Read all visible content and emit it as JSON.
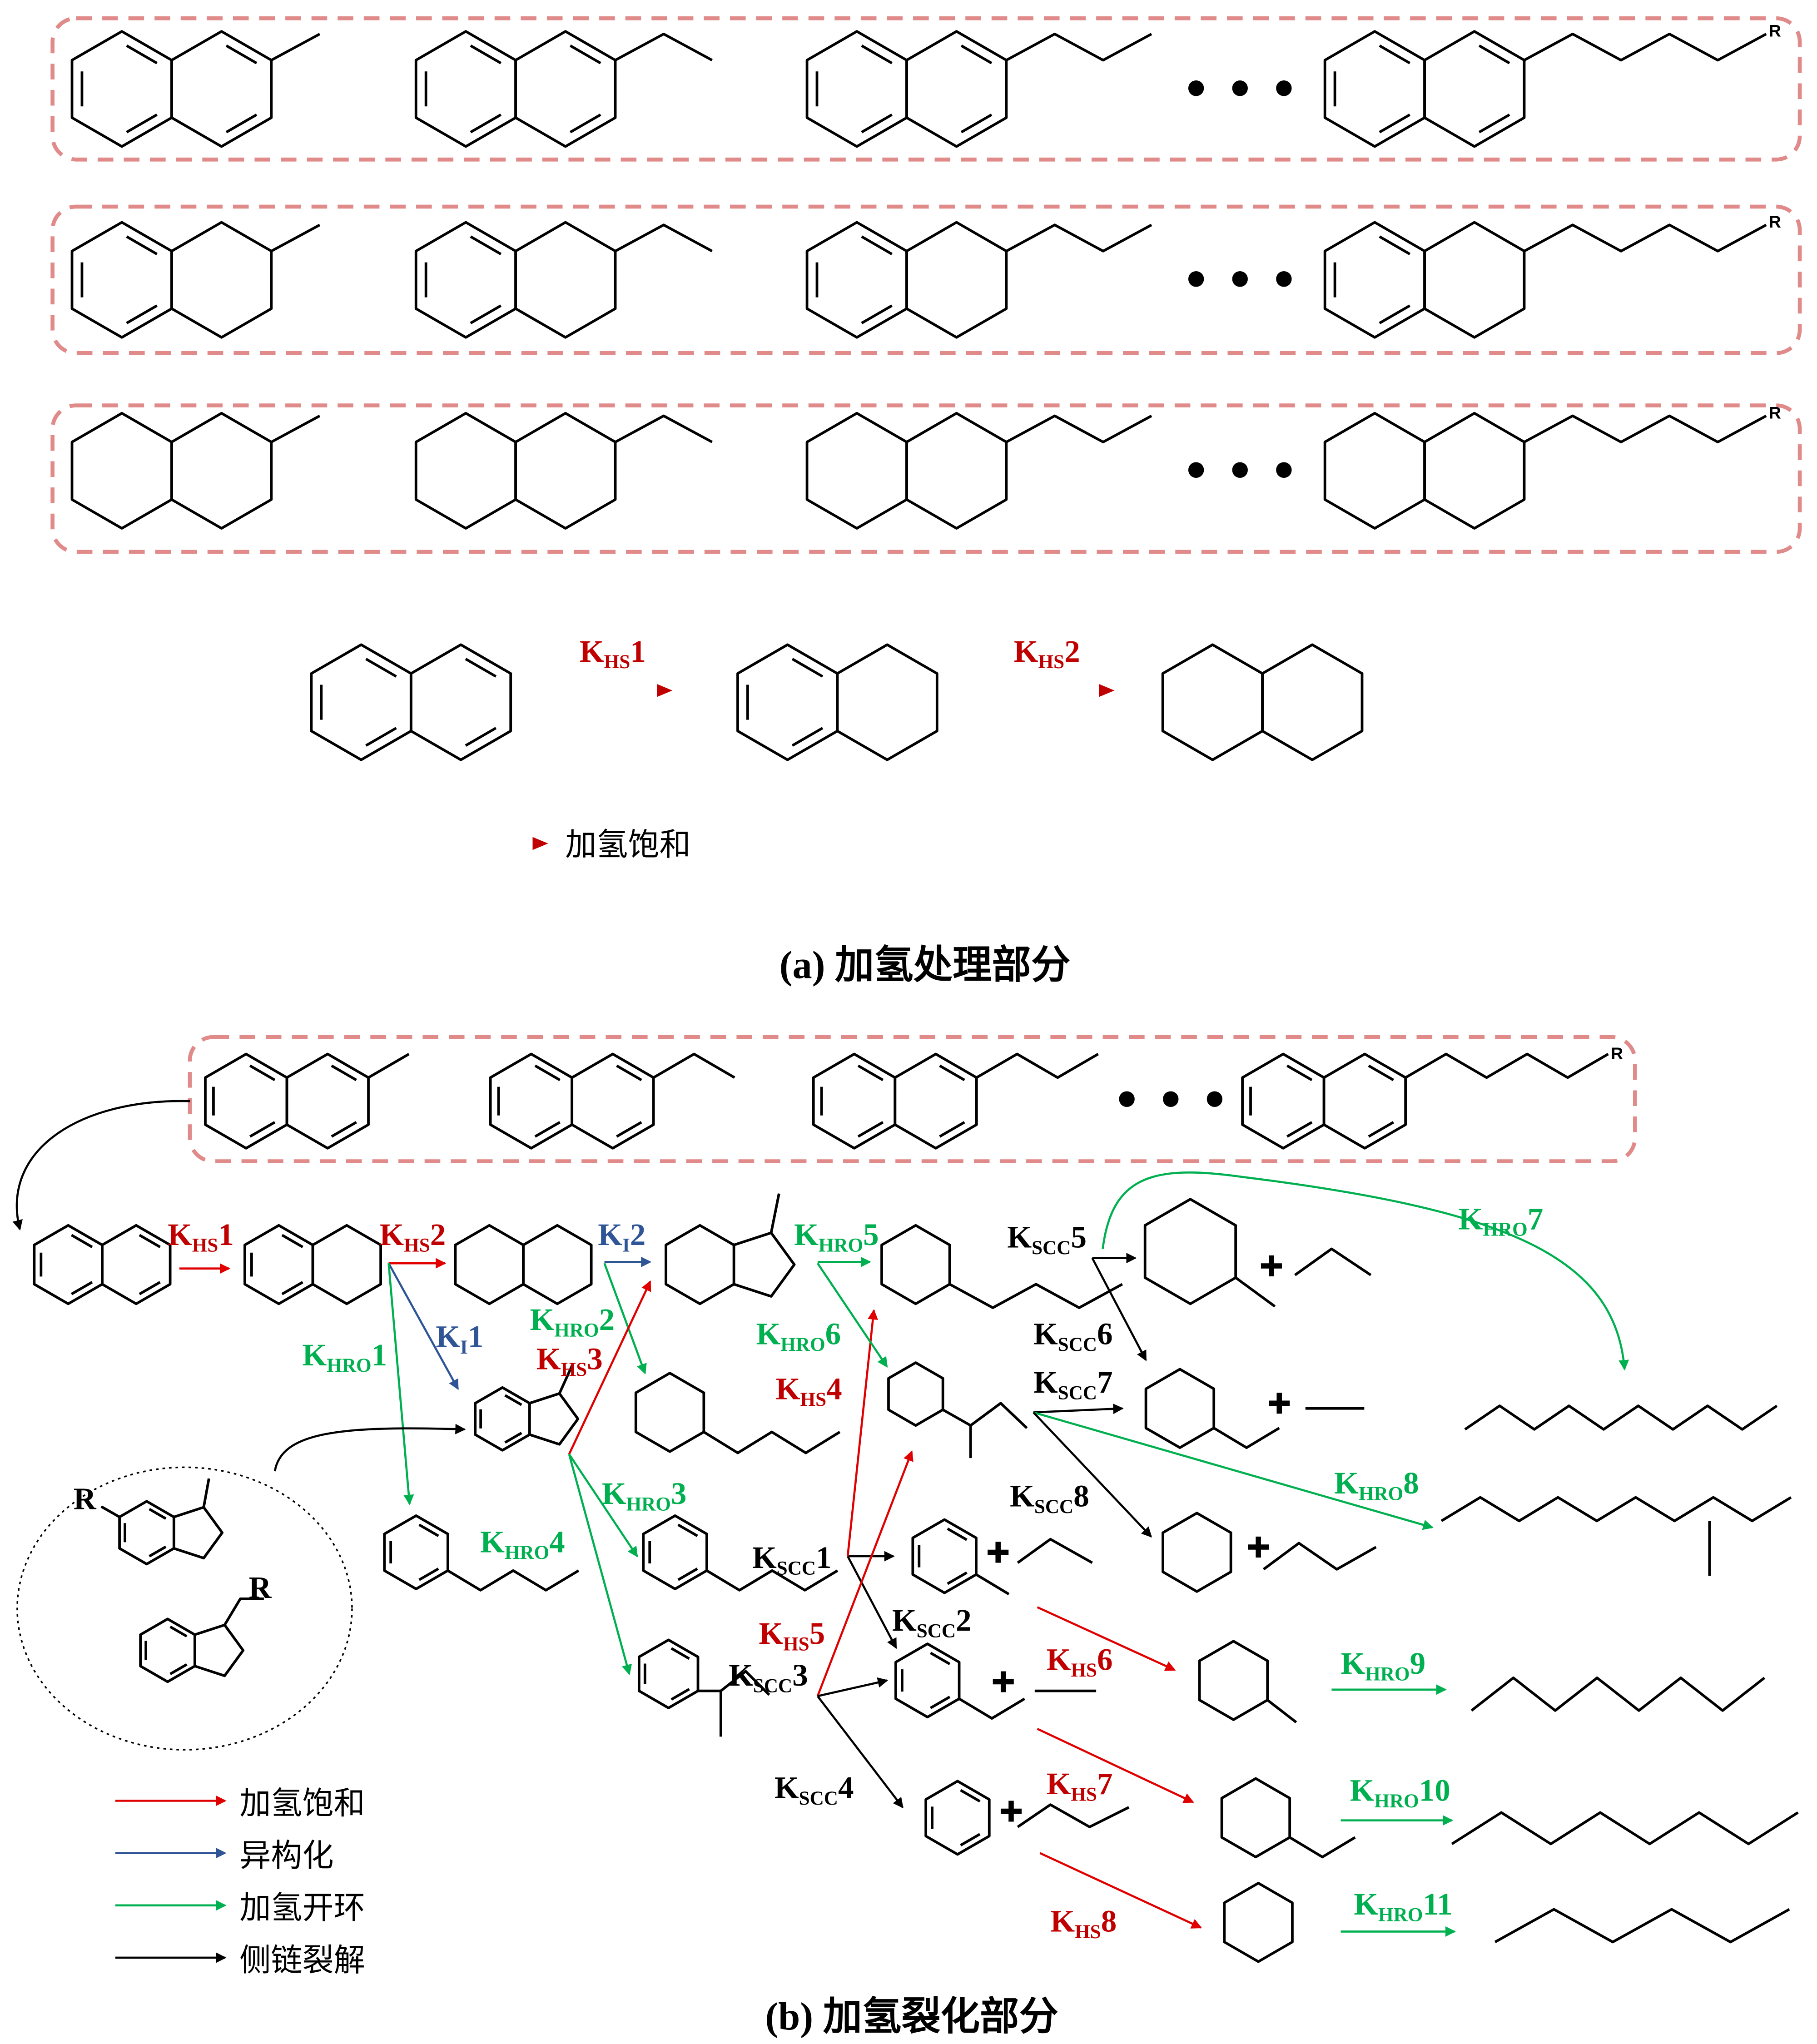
{
  "colors": {
    "red_label": "#c00000",
    "red_arrow": "#e00000",
    "green": "#00b050",
    "blue": "#2f5597",
    "black": "#000000",
    "box_dash": "#e08a8a"
  },
  "part_a": {
    "caption": "(a) 加氢处理部分",
    "legend": "加氢饱和",
    "dots": "• • •",
    "r_label": "R",
    "labels": {
      "KHS1": {
        "k": "K",
        "sub": "HS",
        "num": "1"
      },
      "KHS2": {
        "k": "K",
        "sub": "HS",
        "num": "2"
      }
    }
  },
  "part_b": {
    "caption": "(b) 加氢裂化部分",
    "dots": "• • •",
    "r_label": "R",
    "legend": [
      {
        "text": "加氢饱和",
        "color": "red"
      },
      {
        "text": "异构化",
        "color": "blue"
      },
      {
        "text": "加氢开环",
        "color": "green"
      },
      {
        "text": "侧链裂解",
        "color": "black"
      }
    ],
    "labels": {
      "KHS1": {
        "k": "K",
        "sub": "HS",
        "num": "1"
      },
      "KHS2": {
        "k": "K",
        "sub": "HS",
        "num": "2"
      },
      "KHS3": {
        "k": "K",
        "sub": "HS",
        "num": "3"
      },
      "KHS4": {
        "k": "K",
        "sub": "HS",
        "num": "4"
      },
      "KHS5": {
        "k": "K",
        "sub": "HS",
        "num": "5"
      },
      "KHS6": {
        "k": "K",
        "sub": "HS",
        "num": "6"
      },
      "KHS7": {
        "k": "K",
        "sub": "HS",
        "num": "7"
      },
      "KHS8": {
        "k": "K",
        "sub": "HS",
        "num": "8"
      },
      "KI1": {
        "k": "K",
        "sub": "I",
        "num": "1"
      },
      "KI2": {
        "k": "K",
        "sub": "I",
        "num": "2"
      },
      "KHRO1": {
        "k": "K",
        "sub": "HRO",
        "num": "1"
      },
      "KHRO2": {
        "k": "K",
        "sub": "HRO",
        "num": "2"
      },
      "KHRO3": {
        "k": "K",
        "sub": "HRO",
        "num": "3"
      },
      "KHRO4": {
        "k": "K",
        "sub": "HRO",
        "num": "4"
      },
      "KHRO5": {
        "k": "K",
        "sub": "HRO",
        "num": "5"
      },
      "KHRO6": {
        "k": "K",
        "sub": "HRO",
        "num": "6"
      },
      "KHRO7": {
        "k": "K",
        "sub": "HRO",
        "num": "7"
      },
      "KHRO8": {
        "k": "K",
        "sub": "HRO",
        "num": "8"
      },
      "KHRO9": {
        "k": "K",
        "sub": "HRO",
        "num": "9"
      },
      "KHRO10": {
        "k": "K",
        "sub": "HRO",
        "num": "10"
      },
      "KHRO11": {
        "k": "K",
        "sub": "HRO",
        "num": "11"
      },
      "KSCC1": {
        "k": "K",
        "sub": "SCC",
        "num": "1"
      },
      "KSCC2": {
        "k": "K",
        "sub": "SCC",
        "num": "2"
      },
      "KSCC3": {
        "k": "K",
        "sub": "SCC",
        "num": "3"
      },
      "KSCC4": {
        "k": "K",
        "sub": "SCC",
        "num": "4"
      },
      "KSCC5": {
        "k": "K",
        "sub": "SCC",
        "num": "5"
      },
      "KSCC6": {
        "k": "K",
        "sub": "SCC",
        "num": "6"
      },
      "KSCC7": {
        "k": "K",
        "sub": "SCC",
        "num": "7"
      },
      "KSCC8": {
        "k": "K",
        "sub": "SCC",
        "num": "8"
      }
    }
  }
}
